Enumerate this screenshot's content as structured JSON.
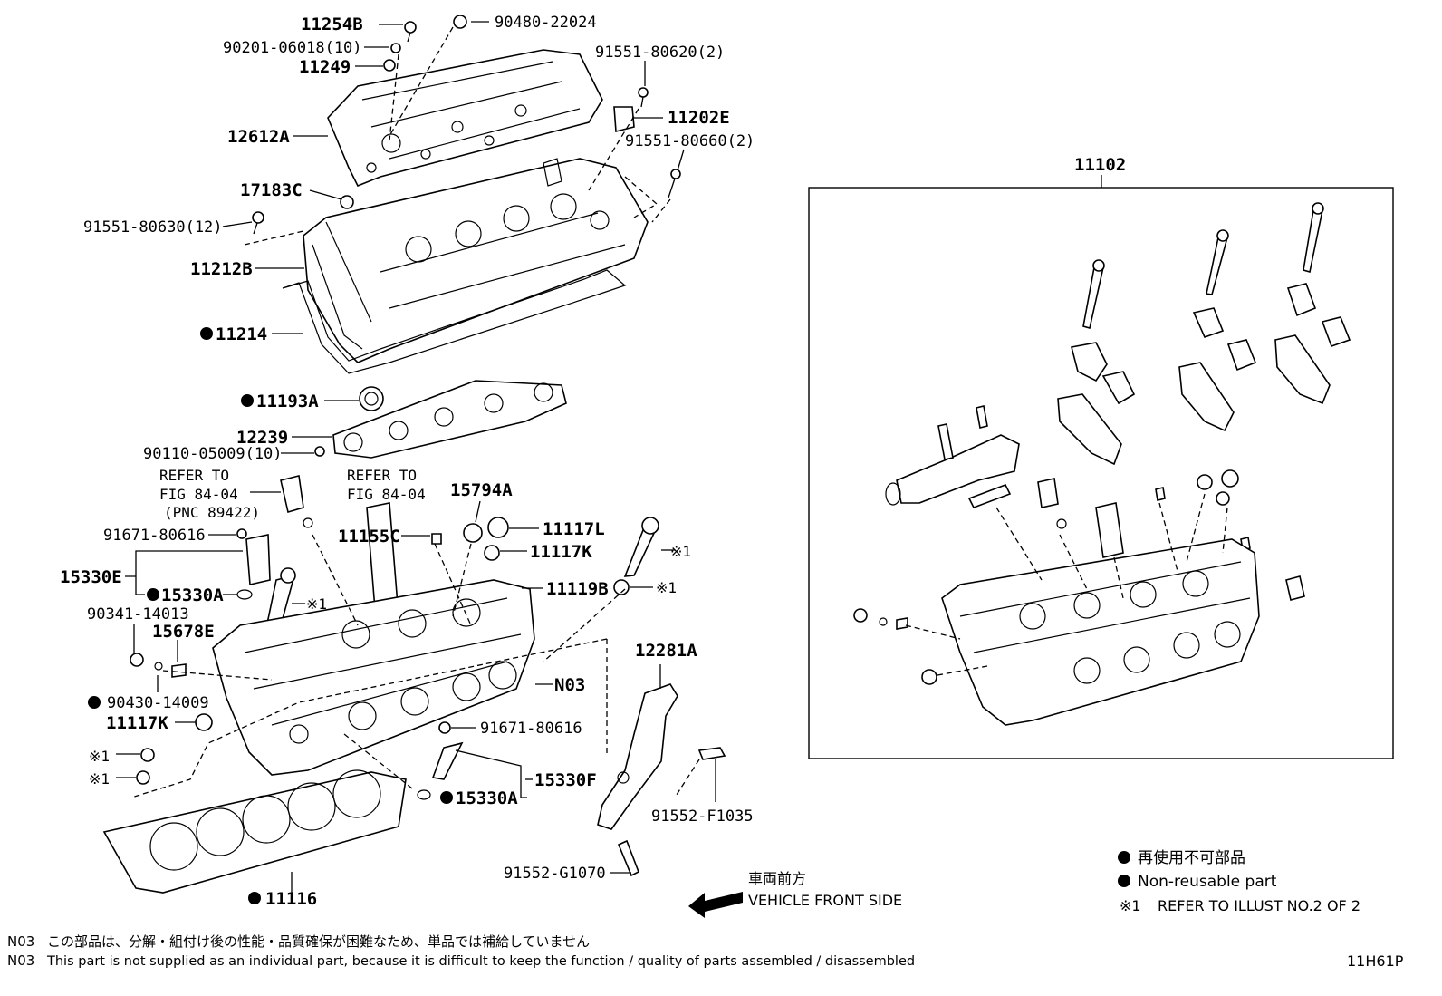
{
  "callouts": {
    "p11254B": "11254B",
    "p90480": "90480-22024",
    "p90201": "90201-06018(10)",
    "p11249": "11249",
    "p91551_620": "91551-80620(2)",
    "p12612A": "12612A",
    "p11202E": "11202E",
    "p91551_660": "91551-80660(2)",
    "p17183C": "17183C",
    "p91551_630": "91551-80630(12)",
    "p11212B": "11212B",
    "p11214": "11214",
    "p11193A": "11193A",
    "p12239": "12239",
    "p90110": "90110-05009(10)",
    "refer1_a": "REFER TO",
    "refer1_b": "FIG 84-04",
    "refer1_c": "(PNC 89422)",
    "refer2_a": "REFER TO",
    "refer2_b": "FIG 84-04",
    "p15794A": "15794A",
    "p91671_top": "91671-80616",
    "p11155C": "11155C",
    "p11117L": "11117L",
    "p11117K_top": "11117K",
    "p15330E": "15330E",
    "p15330A_top": "15330A",
    "p11119B": "11119B",
    "mark1_a": "※1",
    "mark1_b": "※1",
    "mark1_c": "※1",
    "mark1_d": "※1",
    "mark1_e": "※1",
    "p90341": "90341-14013",
    "p15678E": "15678E",
    "p90430": "90430-14009",
    "pN03": "N03",
    "p11117K_bot": "11117K",
    "p91671_bot": "91671-80616",
    "p15330F": "15330F",
    "p15330A_bot": "15330A",
    "p12281A": "12281A",
    "p91552_F": "91552-F1035",
    "p91552_G": "91552-G1070",
    "p11116": "11116",
    "p11102": "11102"
  },
  "direction": {
    "jp": "車両前方",
    "en": "VEHICLE FRONT SIDE"
  },
  "legend": {
    "jp": "再使用不可部品",
    "en": "Non-reusable part",
    "ref_mark": "※1",
    "ref_text": "REFER TO ILLUST NO.2 OF 2"
  },
  "footer": {
    "n03_jp_code": "N03",
    "n03_jp": "この部品は、分解・組付け後の性能・品質確保が困難なため、単品では補給していません",
    "n03_en_code": "N03",
    "n03_en": "This part is not supplied as an individual part, because it is difficult to keep the function / quality of parts  assembled / disassembled",
    "fig_id": "11H61P"
  }
}
